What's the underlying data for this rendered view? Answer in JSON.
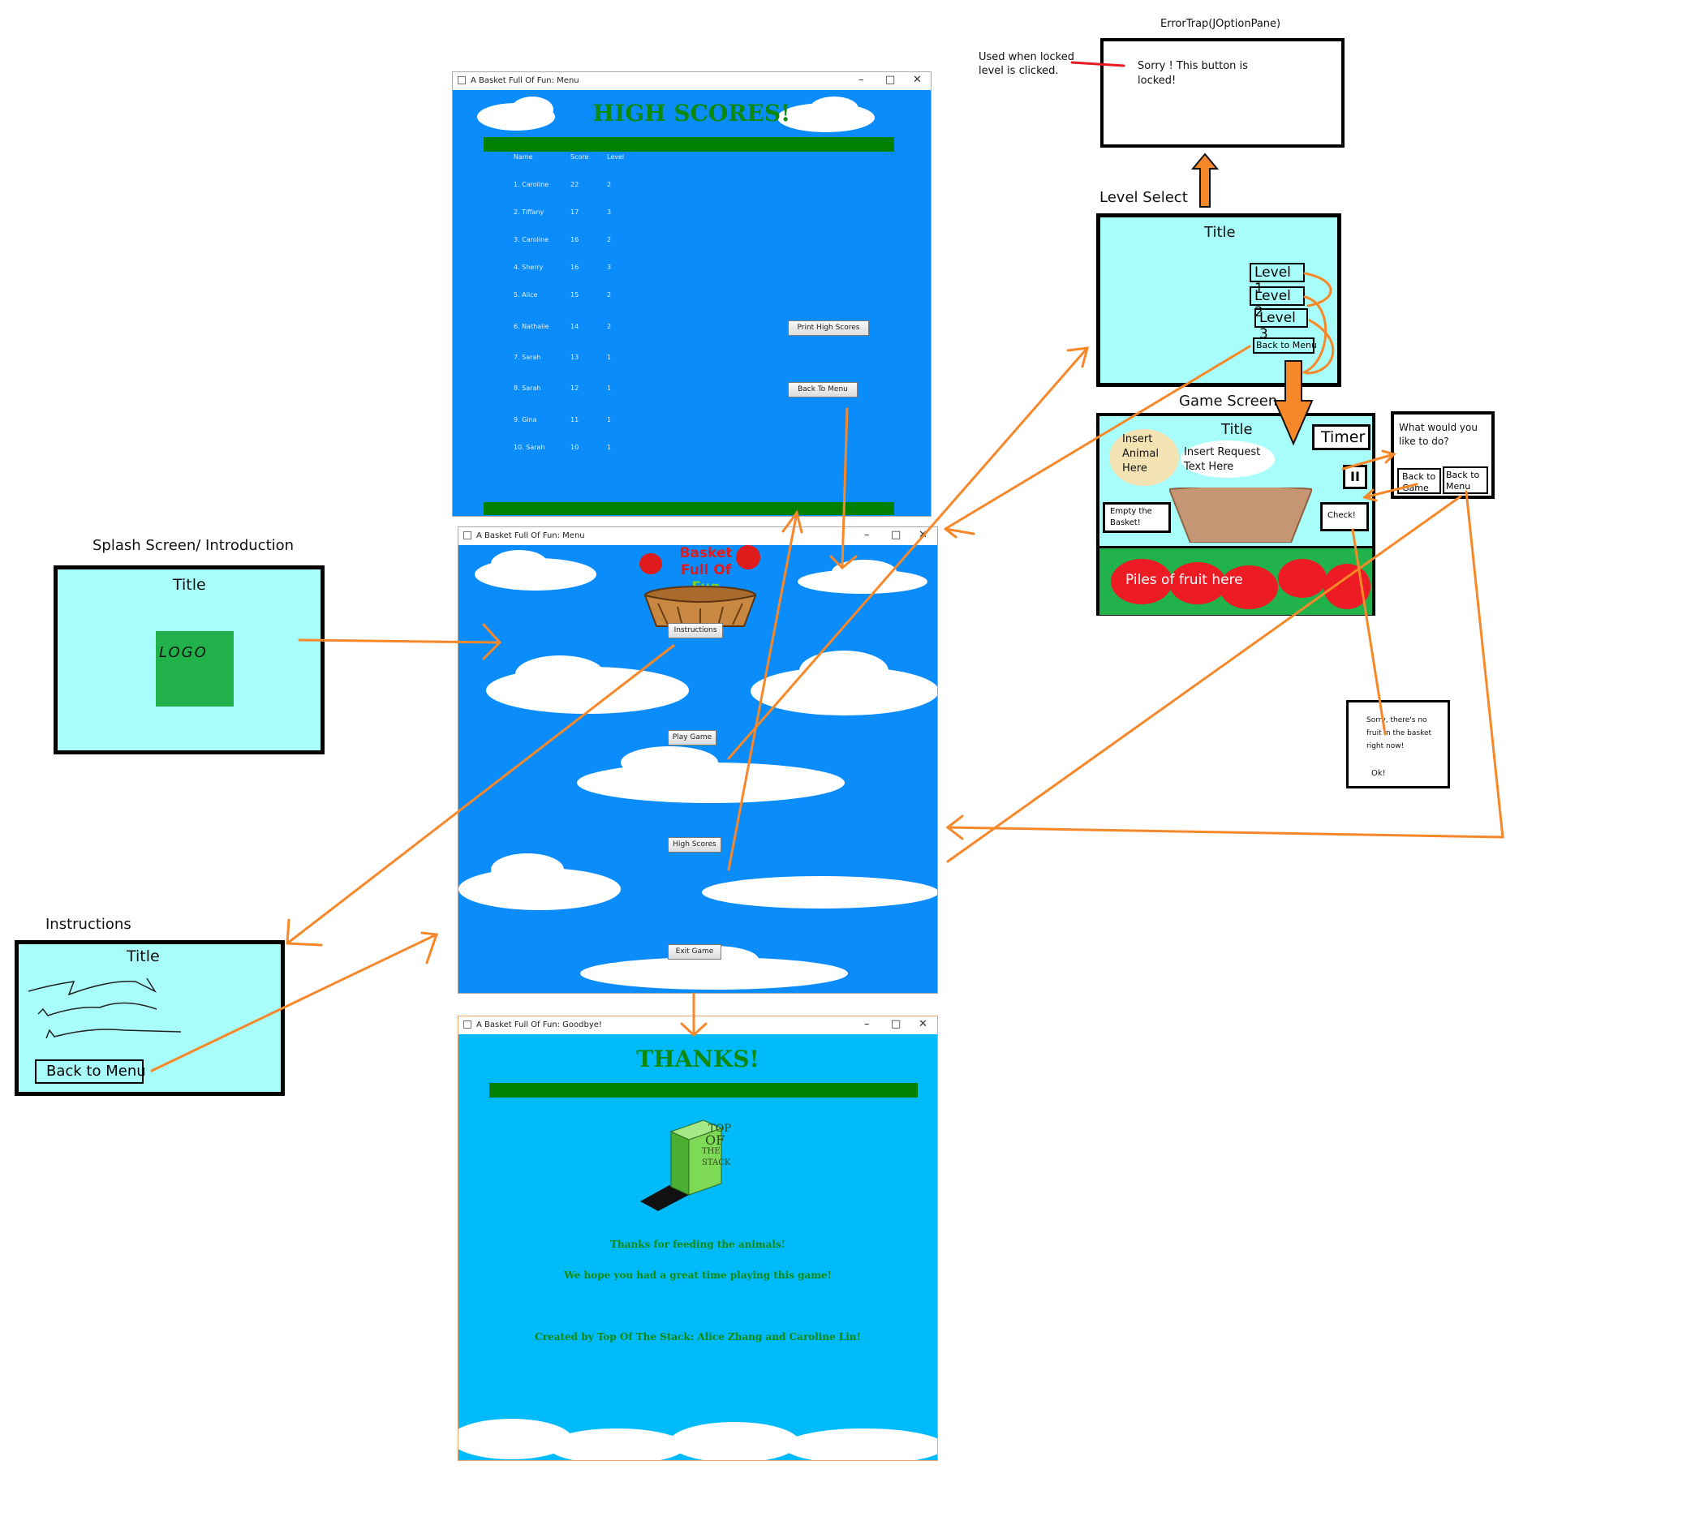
{
  "labels": {
    "errortrap_caption": "ErrorTrap(JOptionPane)",
    "used_when_locked": "Used when locked\nlevel is clicked.",
    "level_select_caption": "Level Select",
    "game_screen_caption": "Game Screen",
    "splash_caption": "Splash Screen/ Introduction",
    "instructions_caption": "Instructions"
  },
  "errortrap": {
    "message": "Sorry ! This button is\nlocked!"
  },
  "level_select": {
    "title": "Title",
    "buttons": [
      "Level 1",
      "Level 2",
      "Level 3",
      "Back to Menu"
    ]
  },
  "game_screen": {
    "title": "Title",
    "timer": "Timer",
    "pause": "II",
    "animal": "Insert\nAnimal\nHere",
    "request": "Insert Request\nText Here",
    "empty_basket": "Empty the\nBasket!",
    "check": "Check!",
    "fruit": "Piles of fruit here"
  },
  "pause_dialog": {
    "question": "What would you\nlike to do?",
    "back_to_game": "Back to\nGame",
    "back_to_menu": "Back to\nMenu"
  },
  "no_fruit_dialog": {
    "message": "Sorry, there's no\nfruit in the basket\nright now!",
    "ok": "Ok!"
  },
  "splash": {
    "title": "Title",
    "logo": "LOGO"
  },
  "instructions": {
    "title": "Title",
    "back": "Back to Menu"
  },
  "high_scores_window": {
    "window_title": "A Basket Full Of Fun: Menu",
    "heading": "HIGH SCORES!",
    "columns": [
      "Name",
      "Score",
      "Level"
    ],
    "rows": [
      [
        "1. Caroline",
        "22",
        "2"
      ],
      [
        "2. Tiffany",
        "17",
        "3"
      ],
      [
        "3. Caroline",
        "16",
        "2"
      ],
      [
        "4. Sherry",
        "16",
        "3"
      ],
      [
        "5. Alice",
        "15",
        "2"
      ],
      [
        "6. Nathalie",
        "14",
        "2"
      ],
      [
        "7. Sarah",
        "13",
        "1"
      ],
      [
        "8. Sarah",
        "12",
        "1"
      ],
      [
        "9. Gina",
        "11",
        "1"
      ],
      [
        "10. Sarah",
        "10",
        "1"
      ]
    ],
    "print_button": "Print High Scores",
    "back_button": "Back To Menu"
  },
  "menu_window": {
    "window_title": "A Basket Full Of Fun: Menu",
    "logo_text": [
      "Basket",
      "Full Of",
      "Fun"
    ],
    "buttons": {
      "instructions": "Instructions",
      "play": "Play Game",
      "high_scores": "High Scores",
      "exit": "Exit Game"
    }
  },
  "goodbye_window": {
    "window_title": "A Basket Full Of Fun: Goodbye!",
    "heading": "THANKS!",
    "logo_text": [
      "TOP",
      "OF",
      "THE",
      "STACK"
    ],
    "line1": "Thanks for feeding the animals!",
    "line2": "We hope you had a great time playing this game!",
    "line3": "Created by Top Of The Stack: Alice Zhang and Caroline Lin!"
  },
  "colors": {
    "arrow": "#f6882a",
    "sketch_bg": "#a8fdfa",
    "win_blue": "#0a8cfb",
    "goodbye_blue": "#00bbfb",
    "heading_green": "#0d8a0d",
    "bar_green": "#008000"
  }
}
